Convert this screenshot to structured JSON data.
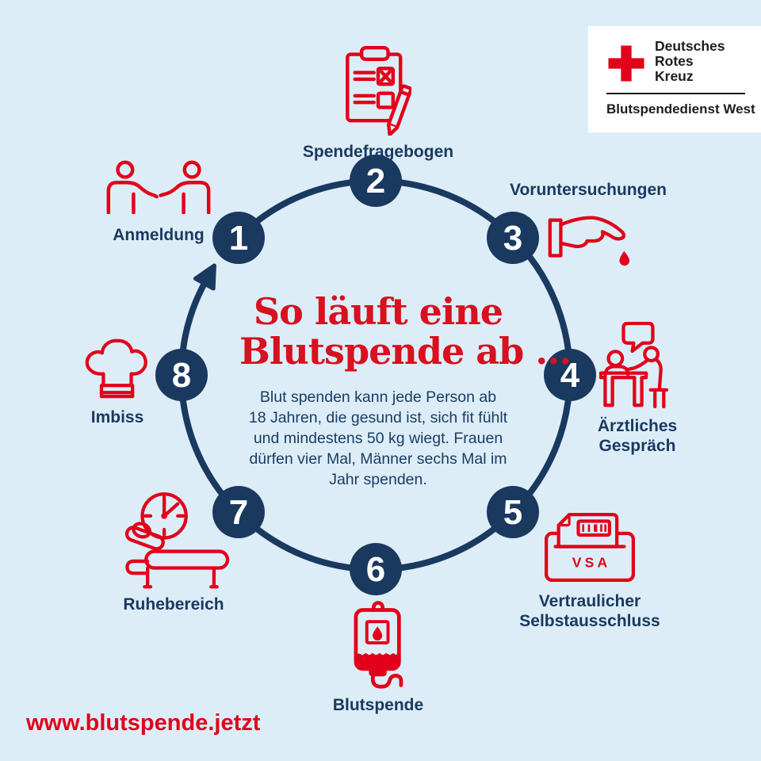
{
  "colors": {
    "background": "#ddedf8",
    "navy": "#19395f",
    "red": "#e2001a",
    "title_red": "#d8101f",
    "logo_text": "#1d1d1b",
    "white": "#ffffff"
  },
  "logo": {
    "org_lines": [
      "Deutsches",
      "Rotes",
      "Kreuz"
    ],
    "division": "Blutspendedienst West"
  },
  "center": {
    "title_lines": [
      "So läuft eine",
      "Blutspende ab ..."
    ],
    "body_lines": [
      "Blut spenden kann jede Person ab",
      "18 Jahren, die gesund ist, sich fit fühlt",
      "und mindestens 50 kg wiegt. Frauen",
      "dürfen vier Mal, Männer sechs Mal im",
      "Jahr spenden."
    ]
  },
  "steps": [
    {
      "number": "1",
      "label": "Anmeldung",
      "icon": "handshake-icon"
    },
    {
      "number": "2",
      "label": "Spendefragebogen",
      "icon": "questionnaire-clipboard-icon"
    },
    {
      "number": "3",
      "label": "Voruntersuchungen",
      "icon": "hand-blood-drop-icon"
    },
    {
      "number": "4",
      "label": "Ärztliches Gespräch",
      "icon": "doctor-consultation-icon"
    },
    {
      "number": "5",
      "label": "Vertraulicher Selbstausschluss",
      "icon": "vsa-box-icon",
      "icon_text": "VSA"
    },
    {
      "number": "6",
      "label": "Blutspende",
      "icon": "blood-bag-icon"
    },
    {
      "number": "7",
      "label": "Ruhebereich",
      "icon": "rest-lounger-clock-icon"
    },
    {
      "number": "8",
      "label": "Imbiss",
      "icon": "chef-hat-icon"
    }
  ],
  "website": "www.blutspende.jetzt"
}
